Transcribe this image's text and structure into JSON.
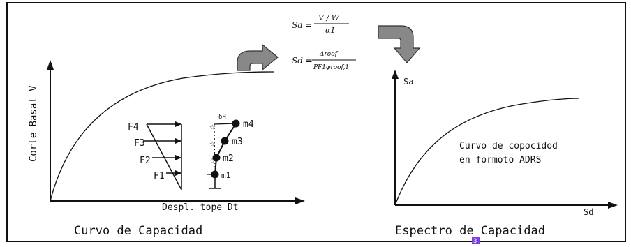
{
  "left_chart": {
    "y_axis_label": "Corte Basal V",
    "x_axis_label": "Despl. tope Dt",
    "caption": "Curvo de Capacidad",
    "forces": [
      "F4",
      "F3",
      "F2",
      "F1"
    ],
    "masses": [
      "m4",
      "m3",
      "m2",
      "m1"
    ],
    "top_displacement_label": "δH"
  },
  "formulas": {
    "sa_lhs": "Sa =",
    "sa_numerator": "V / W",
    "sa_denominator": "α1",
    "sd_lhs": "Sd =",
    "sd_numerator": "Δroof",
    "sd_denominator": "PF1φroof,1"
  },
  "right_chart": {
    "y_axis_label": "Sa",
    "x_axis_label": "Sd",
    "curve_label_line1": "Curvo de copocidod",
    "curve_label_line2": "en formoto ADRS",
    "caption": "Espectro de Capacidad"
  },
  "badge": "3",
  "colors": {
    "line": "#111111",
    "arrow_fill": "#888888",
    "badge_bg": "#7b3fe0",
    "badge_text": "#ffffff"
  }
}
